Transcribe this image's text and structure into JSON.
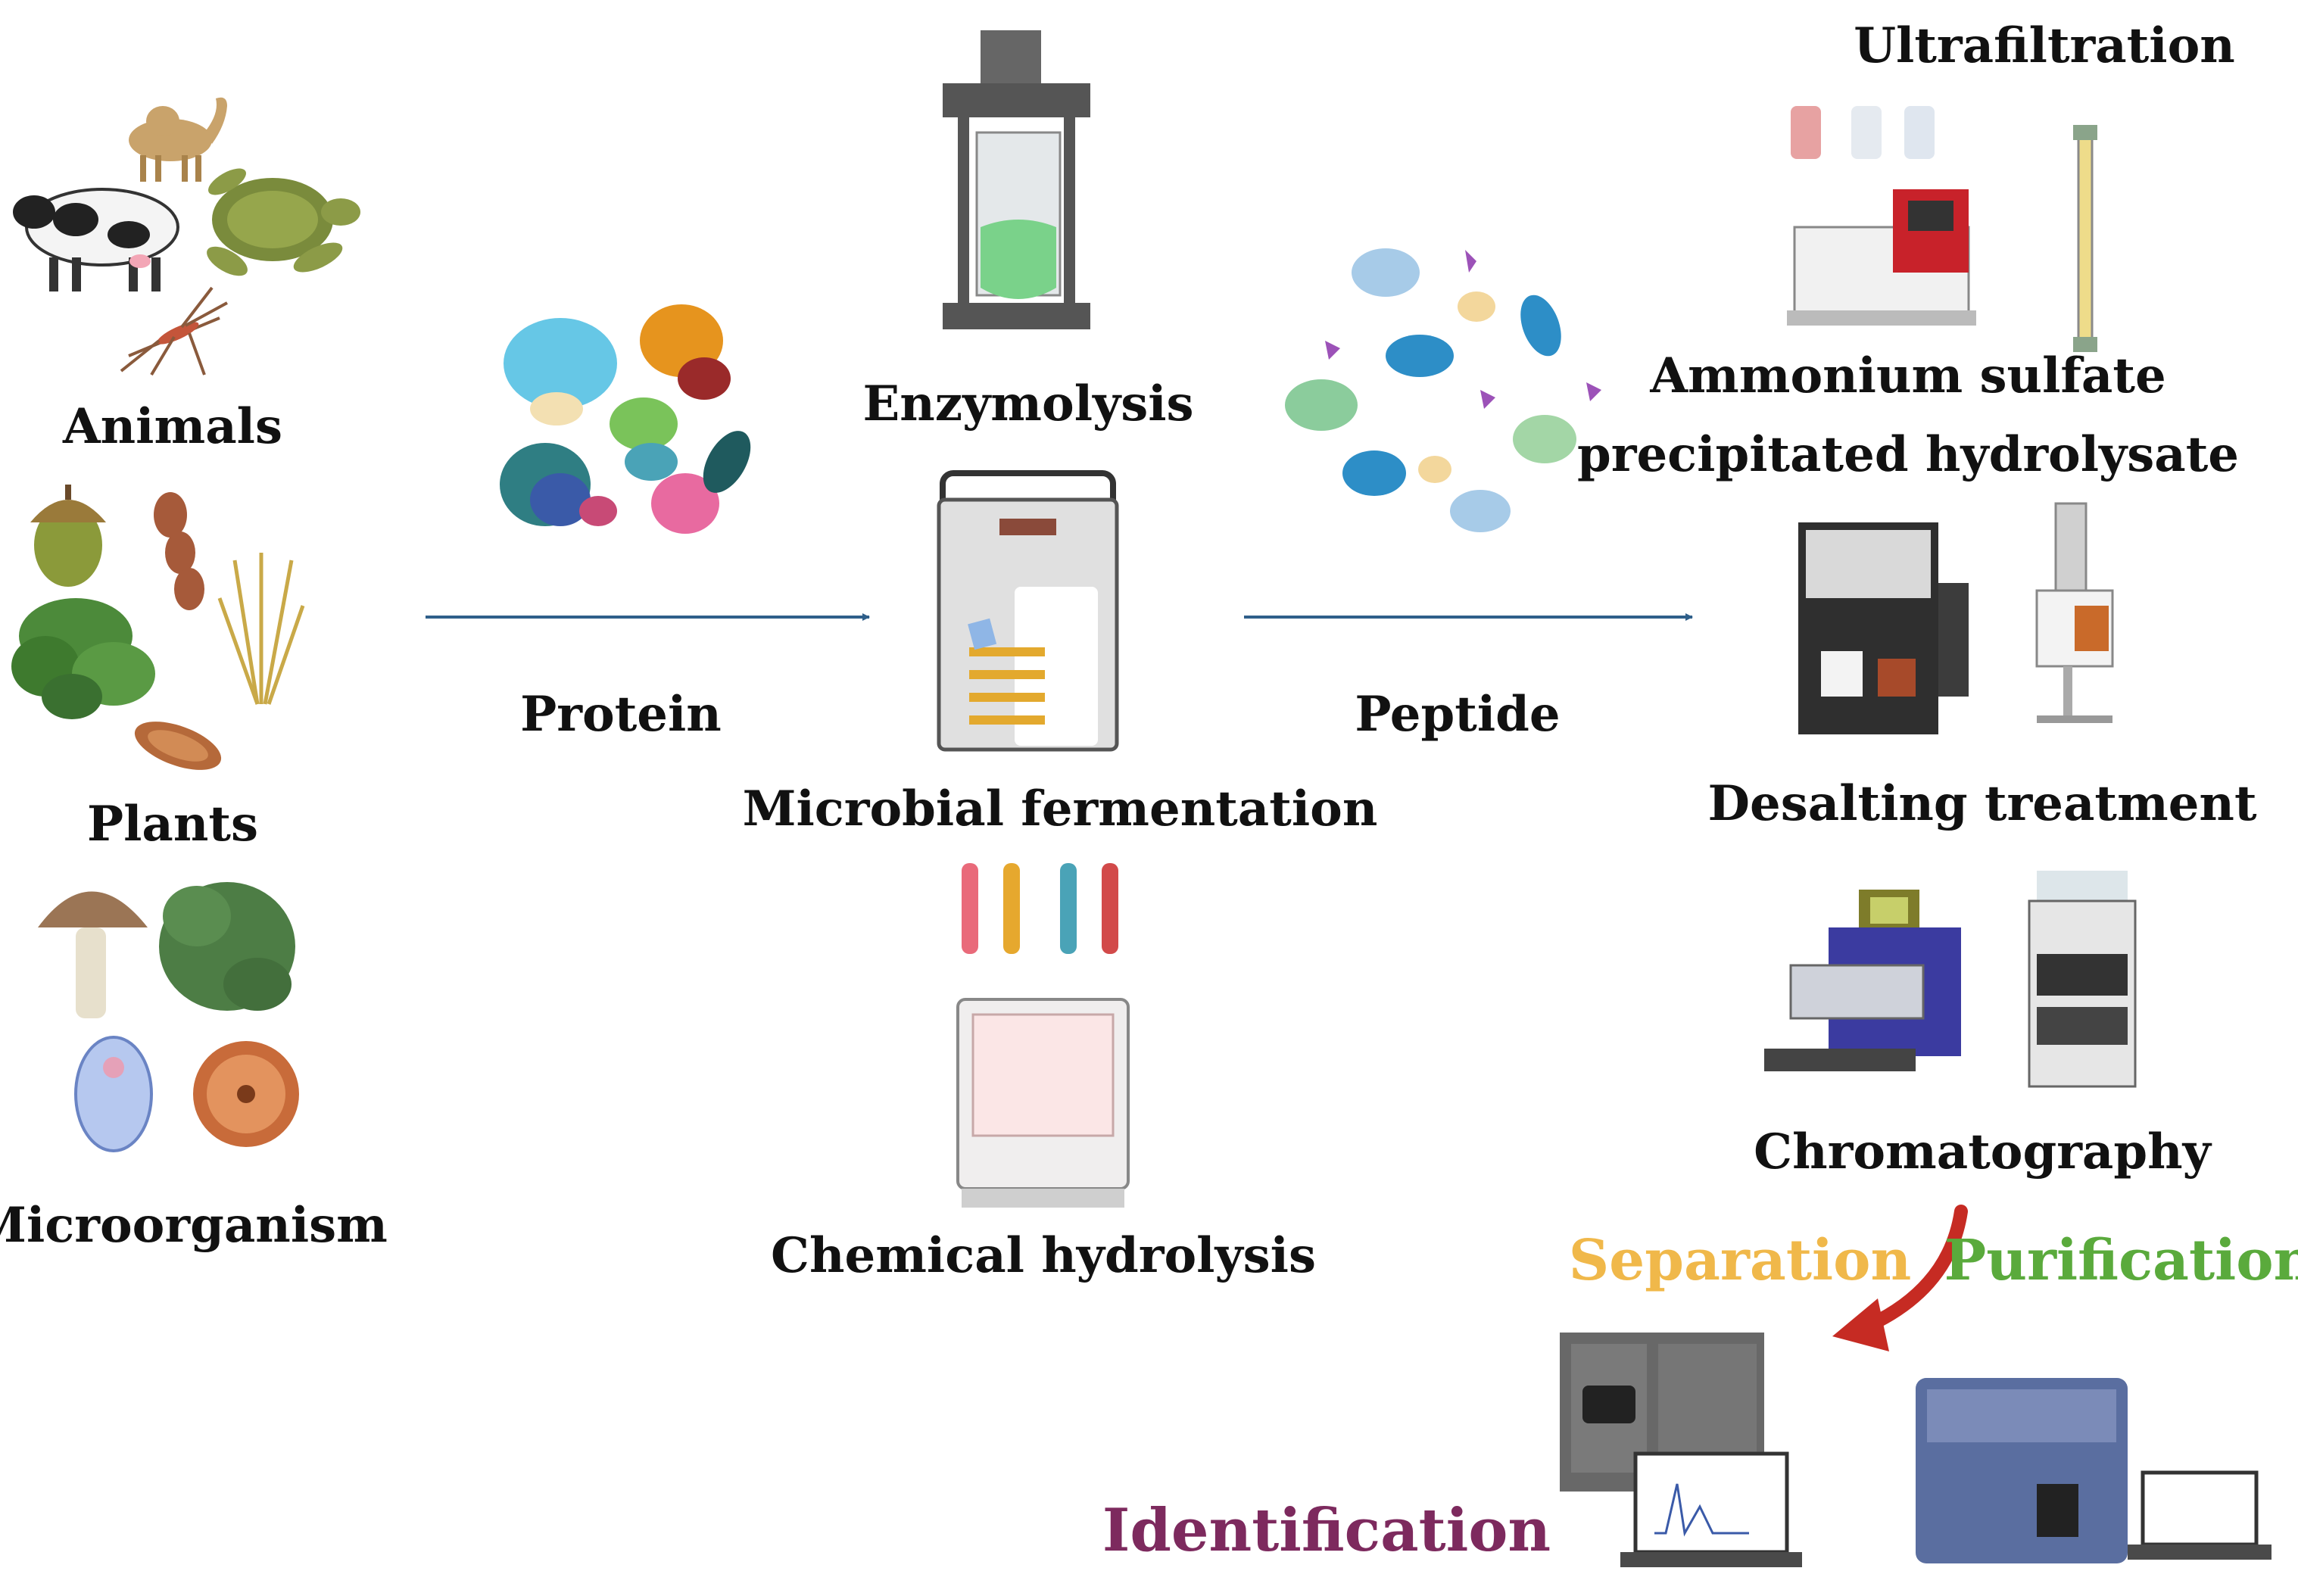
{
  "sources": {
    "animals": "Animals",
    "plants": "Plants",
    "microorganism": "Microorganism"
  },
  "flow": {
    "protein": "Protein",
    "peptide": "Peptide"
  },
  "hydrolysis": {
    "enzymolysis": "Enzymolysis",
    "microbial_fermentation": "Microbial fermentation",
    "chemical_hydrolysis": "Chemical hydrolysis"
  },
  "methods": {
    "ultrafiltration": "Ultrafiltration",
    "ammonium_line1": "Ammonium sulfate",
    "ammonium_line2": "precipitated hydrolysate",
    "desalting": "Desalting treatment",
    "chromatography": "Chromatography"
  },
  "stages": {
    "separation": "Separation",
    "purification": "Purification",
    "identification": "Identification"
  },
  "colors": {
    "separation": "#f0b84a",
    "purification": "#5aaa3c",
    "identification": "#7d2a5e",
    "flow_arrow": "#2f5f8a",
    "curved_arrow": "#c62b23"
  }
}
